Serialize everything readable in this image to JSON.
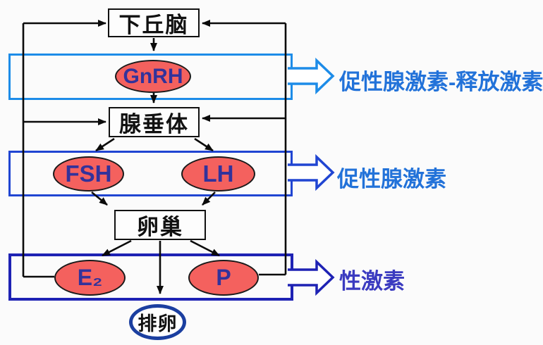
{
  "diagram": {
    "title_hint": "hypothalamus-pituitary-ovary hormone axis",
    "background": "#fbfbfb",
    "nodes": {
      "hypothalamus": {
        "label": "下丘脑"
      },
      "pituitary": {
        "label": "腺垂体"
      },
      "ovary": {
        "label": "卵巢"
      },
      "gnrh": {
        "label": "GnRH"
      },
      "fsh": {
        "label": "FSH"
      },
      "lh": {
        "label": "LH"
      },
      "e2": {
        "label": "E₂"
      },
      "p": {
        "label": "P"
      },
      "ovulation": {
        "label": "排卵"
      }
    },
    "annotations": [
      {
        "label": "促性腺激素-释放激素",
        "color": "#2272d9"
      },
      {
        "label": "促性腺激素",
        "color": "#2272d9"
      },
      {
        "label": "性激素",
        "color": "#3b3bc0"
      }
    ],
    "colors": {
      "band1": "#1d8ce8",
      "band2": "#2045d2",
      "band3": "#1e22b4",
      "hormone_fill": "#f4615e",
      "hormone_text": "#32329b",
      "ovulation_ring": "#1b3fa0",
      "connector": "#0b0b0b"
    }
  }
}
